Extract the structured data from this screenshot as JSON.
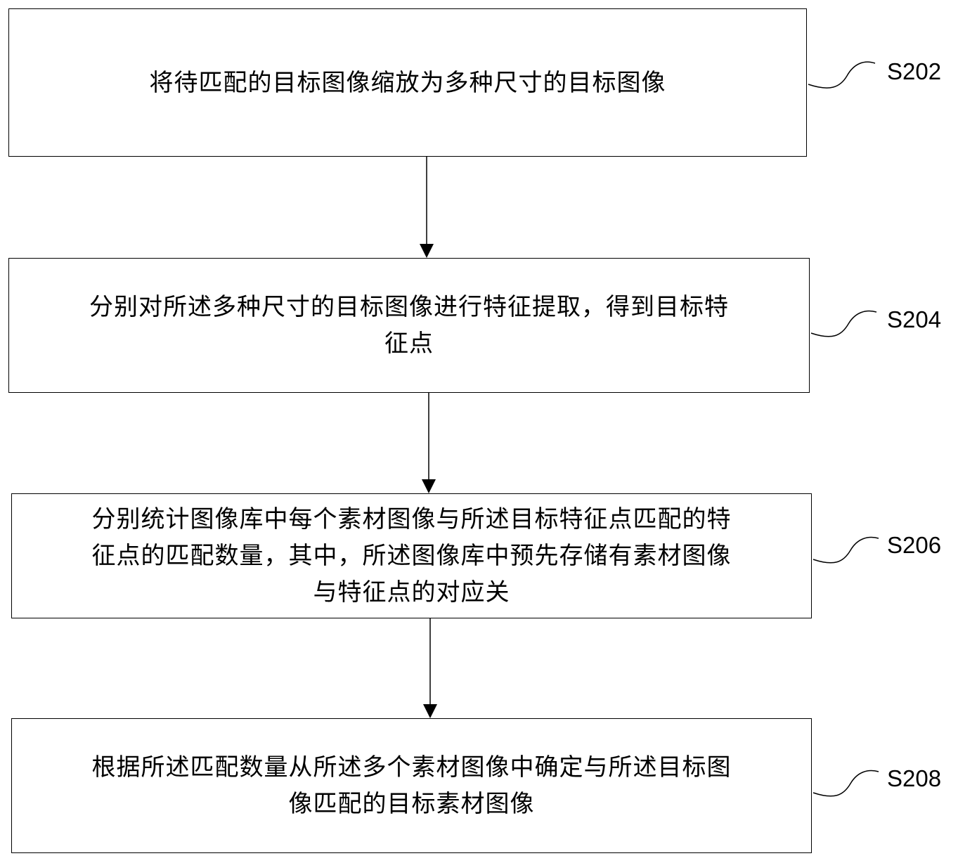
{
  "steps": [
    {
      "id": "S202",
      "label": "S202",
      "text": "将待匹配的目标图像缩放为多种尺寸的目标图像"
    },
    {
      "id": "S204",
      "label": "S204",
      "text": "分别对所述多种尺寸的目标图像进行特征提取，得到目标特\n征点"
    },
    {
      "id": "S206",
      "label": "S206",
      "text": "分别统计图像库中每个素材图像与所述目标特征点匹配的特\n征点的匹配数量，其中，所述图像库中预先存储有素材图像\n与特征点的对应关"
    },
    {
      "id": "S208",
      "label": "S208",
      "text": "根据所述匹配数量从所述多个素材图像中确定与所述目标图\n像匹配的目标素材图像"
    }
  ]
}
